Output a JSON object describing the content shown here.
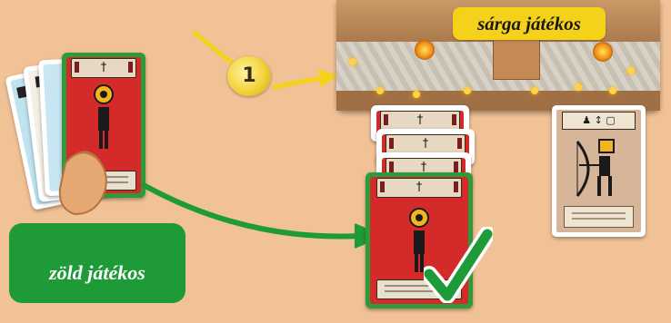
{
  "labels": {
    "yellow_player": "sárga játékos",
    "green_player": "zöld játékos"
  },
  "coin": {
    "label": "1"
  },
  "colors": {
    "background": "#f2c297",
    "yellow_player": "#f5d21a",
    "green_player": "#1f9a38",
    "card_red": "#d42a2a",
    "arrow_yellow": "#f5d21a",
    "arrow_green": "#1f9a38"
  },
  "icons": {
    "play_marker": "check-icon",
    "wall": "wall-board",
    "coin": "coin-icon",
    "hand": "hand-icon"
  },
  "cards": {
    "hand_cards": 4,
    "yellow_player_stack": 4,
    "archer_card": 1
  }
}
